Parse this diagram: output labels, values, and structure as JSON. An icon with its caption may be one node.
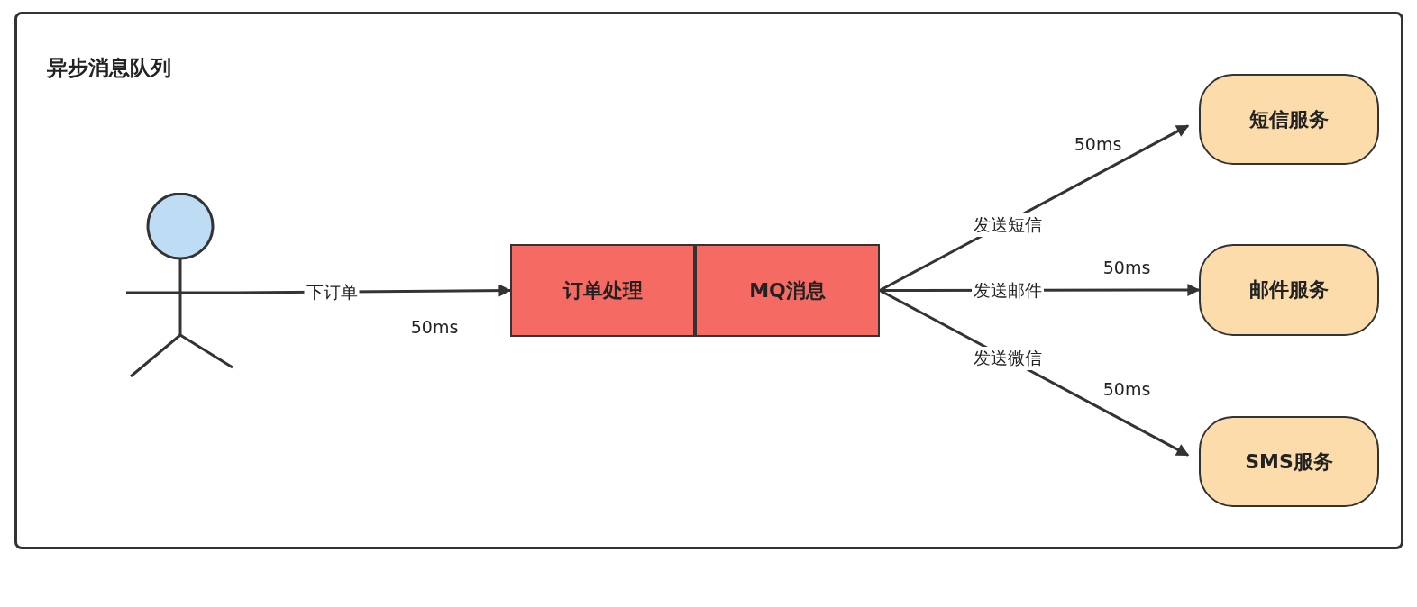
{
  "diagram": {
    "nodes": [
      {
        "text": [
          "异步消息队列"
        ]
      },
      {
        "text": [],
        "shape": "person",
        "in": 0
      },
      {
        "text": [
          "订单处理"
        ],
        "in": 0
      },
      {
        "text": [
          "MQ消息"
        ],
        "in": 0
      },
      {
        "text": [
          "短信服务"
        ],
        "in": 0
      },
      {
        "text": [
          "邮件服务"
        ],
        "in": 0
      },
      {
        "text": [
          "SMS服务"
        ],
        "in": 0
      }
    ],
    "edges": [
      {
        "from": 1,
        "to": 2,
        "arrow": "to",
        "label": "下订单"
      },
      {
        "from": 3,
        "to": 4,
        "arrow": "to",
        "label": "发送短信"
      },
      {
        "from": 3,
        "to": 5,
        "arrow": "to",
        "label": "发送邮件"
      },
      {
        "from": 3,
        "to": 6,
        "arrow": "to",
        "label": "发送微信"
      }
    ],
    "labels": [
      "50ms",
      "50ms",
      "50ms",
      "50ms"
    ]
  }
}
